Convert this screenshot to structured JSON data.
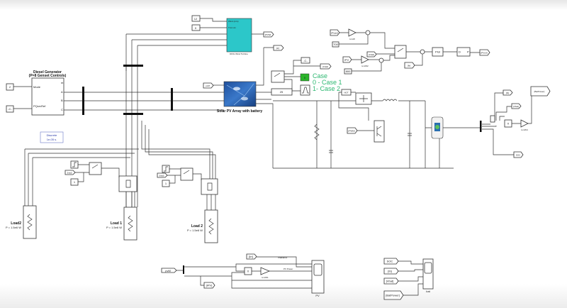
{
  "colors": {
    "wind_turbine": "#2cc7c9",
    "case_constant": "#2bb52b",
    "case_text": "#2eb872",
    "discrete_text": "#2a3aa8"
  },
  "generator": {
    "title1": "Diesel Generator",
    "title2": "(P=8 Genset Controls)",
    "in_mode": "Mode",
    "in_ref": "PQsrvRef",
    "ports": [
      "m",
      "A",
      "B",
      "C"
    ],
    "mode_const": "2",
    "ref_const": "-C-"
  },
  "powergui": {
    "line1": "Discrete",
    "line2": "1e-05 s."
  },
  "wind": {
    "label": "DFIG Wind Turbine",
    "const1": "12",
    "const2": "0",
    "in1": "Wind (m/s)",
    "in2": "Trot Lim",
    "goto": "[PVW]"
  },
  "pv": {
    "label": "Solar PV Array with battery",
    "from": "pvM",
    "irr_goto": "[Irr]",
    "temp_const": "25",
    "case_const": "0",
    "minus_c": "-C-",
    "irrad_goto": "[Irrad]"
  },
  "case_note": {
    "line1": "Case",
    "line2": "0 - Case 1",
    "line3": "1- Case 2"
  },
  "control": {
    "pvref_from": "[Pload]",
    "gain1": "to kW",
    "const700": "700",
    "ipv_from": "[IPV]",
    "gain2": "to kW2",
    "const800": "800",
    "irrad_from": "[Irrad]",
    "ib_from": "[Ib]",
    "plot_block": "Plot",
    "pi_in": "D",
    "pi_out": "P",
    "goto_pvref": "[PVref]"
  },
  "converter": {
    "not_label": "NOT",
    "pwm_from": "[PWM]"
  },
  "battery_meas": {
    "ib_goto": "[Ib]",
    "vbat_goto": "[Vbat]",
    "batpower_goto": "[BatPower]",
    "soc_goto": "SOC",
    "gain": "to kW4",
    "product": "X"
  },
  "loads": [
    {
      "name": "Load2",
      "power": "P = 1.5e6 W"
    },
    {
      "name": "Load 1",
      "power": "P = 1.5e6 W"
    },
    {
      "name": "Load 2",
      "power": "P = 1.5e6 W"
    }
  ],
  "load_ctrl": {
    "irrad_from": "[Irrad]",
    "const": "1"
  },
  "pv_scope": {
    "from": "pvM",
    "ipv_goto": "[IPV]",
    "irr_from": "[Irr]",
    "irradiance": "Irradiance",
    "pv_power": "PV Power",
    "gain": "to kW1",
    "label": "PV",
    "product": "X"
  },
  "bat_scope": {
    "soc": "SOC",
    "ib": "[Ib]",
    "vbat": "[Vbat]",
    "batpower": "[BatPower]",
    "label": "bat"
  }
}
